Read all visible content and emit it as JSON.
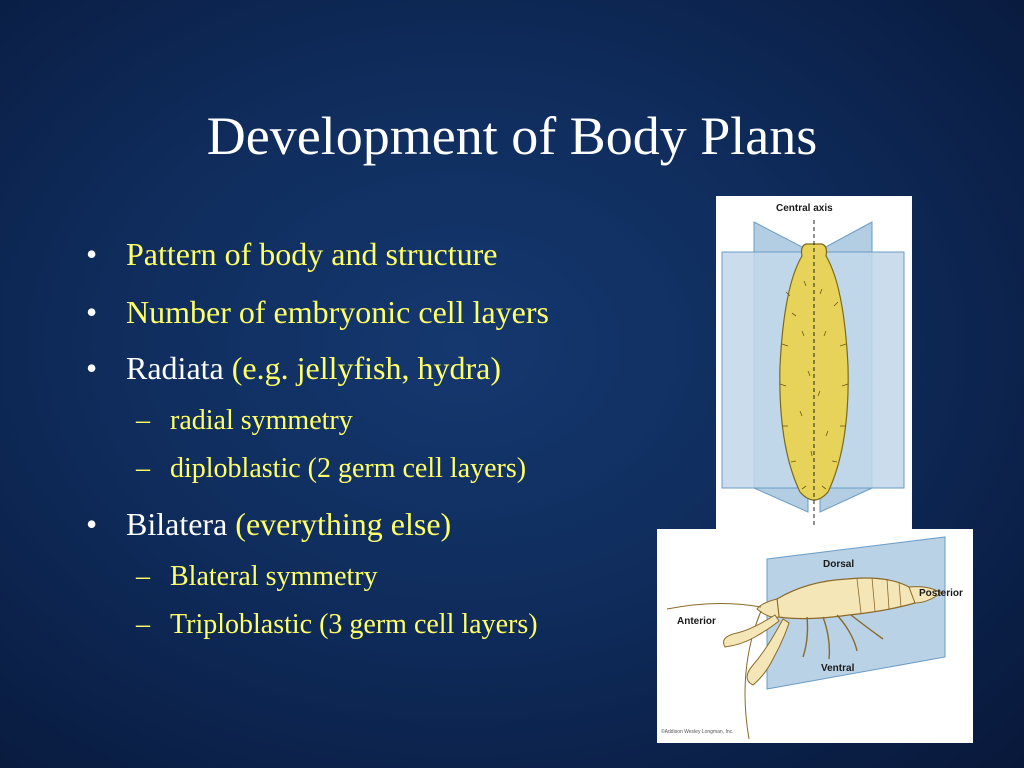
{
  "slide": {
    "title": "Development of Body Plans",
    "bullets": {
      "b1": {
        "text": "Pattern of body and structure"
      },
      "b2": {
        "text": "Number of embryonic cell layers"
      },
      "b3": {
        "text_white": "Radiata",
        "text_yellow": "(e.g. jellyfish, hydra)"
      },
      "b3a": {
        "text": "radial symmetry"
      },
      "b3b": {
        "text": "diploblastic (2 germ cell layers)"
      },
      "b4": {
        "text_white": "Bilatera",
        "text_yellow": "(everything else)"
      },
      "b4a": {
        "text": "Blateral symmetry"
      },
      "b4b": {
        "text": "Triploblastic (3 germ cell layers)"
      }
    },
    "figure_radial": {
      "label": "Central axis"
    },
    "figure_bilateral": {
      "dorsal": "Dorsal",
      "posterior": "Posterior",
      "anterior": "Anterior",
      "ventral": "Ventral",
      "credit": "©Addison Wesley Longman, Inc."
    },
    "colors": {
      "background": "#0f2c5c",
      "title": "#ffffff",
      "body_white": "#ffffff",
      "body_yellow": "#ffff66",
      "plane_blue": "#b3cde3",
      "organism_yellow": "#e8d35a",
      "crayfish_fill": "#f5e6b8"
    }
  }
}
